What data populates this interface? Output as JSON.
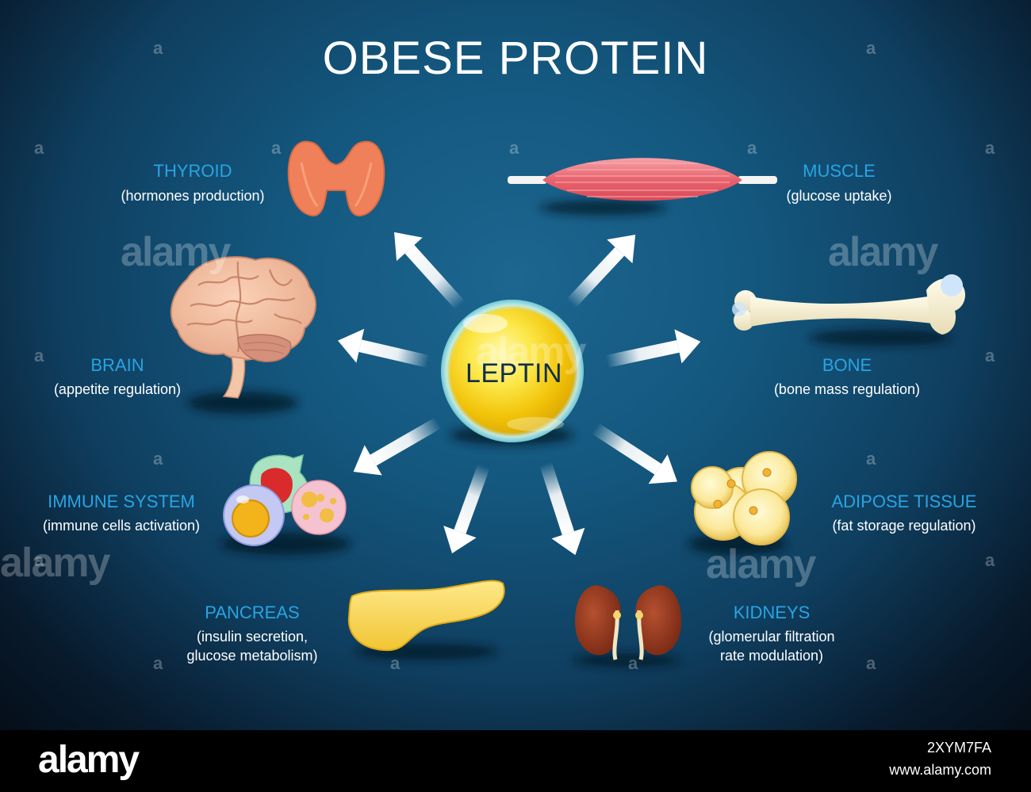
{
  "title": "OBESE PROTEIN",
  "center": {
    "label": "LEPTIN"
  },
  "organs": [
    {
      "key": "thyroid",
      "name": "THYROID",
      "desc": [
        "(hormones production)"
      ]
    },
    {
      "key": "muscle",
      "name": "MUSCLE",
      "desc": [
        "(glucose uptake)"
      ]
    },
    {
      "key": "brain",
      "name": "BRAIN",
      "desc": [
        "(appetite regulation)"
      ]
    },
    {
      "key": "bone",
      "name": "BONE",
      "desc": [
        "(bone mass regulation)"
      ]
    },
    {
      "key": "immune",
      "name": "IMMUNE SYSTEM",
      "desc": [
        "(immune cells activation)"
      ]
    },
    {
      "key": "adipose",
      "name": "ADIPOSE TISSUE",
      "desc": [
        "(fat storage regulation)"
      ]
    },
    {
      "key": "pancreas",
      "name": "PANCREAS",
      "desc": [
        "(insulin secretion,",
        "glucose metabolism)"
      ]
    },
    {
      "key": "kidneys",
      "name": "KIDNEYS",
      "desc": [
        "(glomerular filtration",
        "rate modulation)"
      ]
    }
  ],
  "watermark": {
    "logo": "alamy",
    "mark": "a"
  },
  "footer": {
    "logo": "alamy",
    "image_id": "2XYM7FA",
    "url": "www.alamy.com"
  },
  "colors": {
    "organ_name": "#29a4e3",
    "background": "#14587f",
    "leptin_core": "#f4d50a"
  }
}
